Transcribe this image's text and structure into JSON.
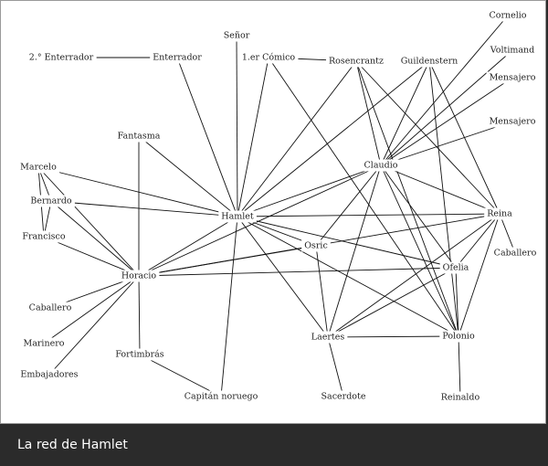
{
  "caption": "La red de Hamlet",
  "colors": {
    "frame_bg": "#ffffff",
    "caption_bg": "#2b2b2b",
    "edge": "#111111",
    "text": "#222222"
  },
  "nodes": [
    {
      "id": "senor",
      "label": "Señor"
    },
    {
      "id": "enterrador2",
      "label": "2.° Enterrador"
    },
    {
      "id": "enterrador",
      "label": "Enterrador"
    },
    {
      "id": "comico",
      "label": "1.er Cómico"
    },
    {
      "id": "rosencrantz",
      "label": "Rosencrantz"
    },
    {
      "id": "guildenstern",
      "label": "Guildenstern"
    },
    {
      "id": "cornelio",
      "label": "Cornelio"
    },
    {
      "id": "voltimand",
      "label": "Voltimand"
    },
    {
      "id": "mensajero1",
      "label": "Mensajero"
    },
    {
      "id": "mensajero2",
      "label": "Mensajero"
    },
    {
      "id": "fantasma",
      "label": "Fantasma"
    },
    {
      "id": "claudio",
      "label": "Claudio"
    },
    {
      "id": "marcelo",
      "label": "Marcelo"
    },
    {
      "id": "bernardo",
      "label": "Bernardo"
    },
    {
      "id": "hamlet",
      "label": "Hamlet"
    },
    {
      "id": "reina",
      "label": "Reina"
    },
    {
      "id": "francisco",
      "label": "Francisco"
    },
    {
      "id": "osric",
      "label": "Osric"
    },
    {
      "id": "caballero_r",
      "label": "Caballero"
    },
    {
      "id": "ofelia",
      "label": "Ofelia"
    },
    {
      "id": "horacio",
      "label": "Horacio"
    },
    {
      "id": "caballero_h",
      "label": "Caballero"
    },
    {
      "id": "laertes",
      "label": "Laertes"
    },
    {
      "id": "polonio",
      "label": "Polonio"
    },
    {
      "id": "marinero",
      "label": "Marinero"
    },
    {
      "id": "fortimbras",
      "label": "Fortimbrás"
    },
    {
      "id": "embajadores",
      "label": "Embajadores"
    },
    {
      "id": "capitan",
      "label": "Capitán noruego"
    },
    {
      "id": "sacerdote",
      "label": "Sacerdote"
    },
    {
      "id": "reinaldo",
      "label": "Reinaldo"
    }
  ],
  "edges": [
    [
      "enterrador2",
      "enterrador"
    ],
    [
      "comico",
      "rosencrantz"
    ],
    [
      "senor",
      "hamlet"
    ],
    [
      "enterrador",
      "hamlet"
    ],
    [
      "comico",
      "hamlet"
    ],
    [
      "rosencrantz",
      "hamlet"
    ],
    [
      "guildenstern",
      "hamlet"
    ],
    [
      "fantasma",
      "hamlet"
    ],
    [
      "marcelo",
      "hamlet"
    ],
    [
      "bernardo",
      "hamlet"
    ],
    [
      "horacio",
      "hamlet"
    ],
    [
      "hamlet",
      "claudio"
    ],
    [
      "hamlet",
      "reina"
    ],
    [
      "hamlet",
      "osric"
    ],
    [
      "hamlet",
      "ofelia"
    ],
    [
      "hamlet",
      "laertes"
    ],
    [
      "hamlet",
      "polonio"
    ],
    [
      "hamlet",
      "capitan"
    ],
    [
      "comico",
      "polonio"
    ],
    [
      "rosencrantz",
      "claudio"
    ],
    [
      "rosencrantz",
      "reina"
    ],
    [
      "rosencrantz",
      "polonio"
    ],
    [
      "guildenstern",
      "claudio"
    ],
    [
      "guildenstern",
      "reina"
    ],
    [
      "guildenstern",
      "polonio"
    ],
    [
      "cornelio",
      "claudio"
    ],
    [
      "voltimand",
      "claudio"
    ],
    [
      "mensajero1",
      "claudio"
    ],
    [
      "mensajero2",
      "claudio"
    ],
    [
      "claudio",
      "reina"
    ],
    [
      "claudio",
      "laertes"
    ],
    [
      "claudio",
      "ofelia"
    ],
    [
      "claudio",
      "polonio"
    ],
    [
      "claudio",
      "osric"
    ],
    [
      "claudio",
      "horacio"
    ],
    [
      "reina",
      "caballero_r"
    ],
    [
      "reina",
      "ofelia"
    ],
    [
      "reina",
      "laertes"
    ],
    [
      "reina",
      "polonio"
    ],
    [
      "reina",
      "horacio"
    ],
    [
      "osric",
      "laertes"
    ],
    [
      "osric",
      "horacio"
    ],
    [
      "ofelia",
      "laertes"
    ],
    [
      "ofelia",
      "polonio"
    ],
    [
      "ofelia",
      "horacio"
    ],
    [
      "laertes",
      "polonio"
    ],
    [
      "laertes",
      "sacerdote"
    ],
    [
      "polonio",
      "reinaldo"
    ],
    [
      "marcelo",
      "bernardo"
    ],
    [
      "marcelo",
      "francisco"
    ],
    [
      "marcelo",
      "horacio"
    ],
    [
      "bernardo",
      "francisco"
    ],
    [
      "bernardo",
      "horacio"
    ],
    [
      "francisco",
      "horacio"
    ],
    [
      "fantasma",
      "horacio"
    ],
    [
      "horacio",
      "caballero_h"
    ],
    [
      "horacio",
      "marinero"
    ],
    [
      "horacio",
      "embajadores"
    ],
    [
      "horacio",
      "fortimbras"
    ],
    [
      "fortimbras",
      "capitan"
    ]
  ]
}
